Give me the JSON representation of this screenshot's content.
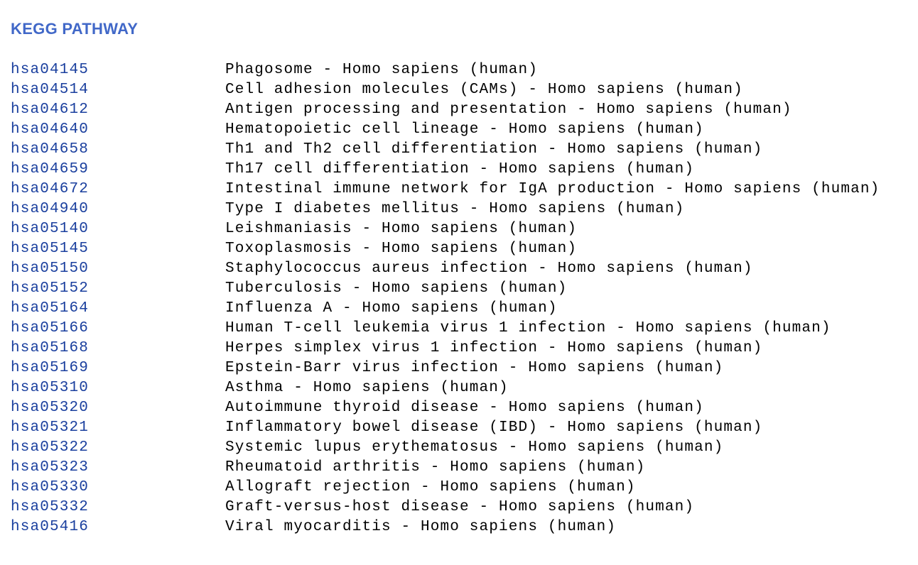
{
  "section": {
    "title": "KEGG PATHWAY"
  },
  "colors": {
    "title": "#4168c8",
    "link": "#1a3f9e",
    "text": "#000000",
    "background": "#ffffff"
  },
  "pathways": [
    {
      "id": "hsa04145",
      "description": "Phagosome - Homo sapiens (human)"
    },
    {
      "id": "hsa04514",
      "description": "Cell adhesion molecules (CAMs) - Homo sapiens (human)"
    },
    {
      "id": "hsa04612",
      "description": "Antigen processing and presentation - Homo sapiens (human)"
    },
    {
      "id": "hsa04640",
      "description": "Hematopoietic cell lineage - Homo sapiens (human)"
    },
    {
      "id": "hsa04658",
      "description": "Th1 and Th2 cell differentiation - Homo sapiens (human)"
    },
    {
      "id": "hsa04659",
      "description": "Th17 cell differentiation - Homo sapiens (human)"
    },
    {
      "id": "hsa04672",
      "description": "Intestinal immune network for IgA production - Homo sapiens (human)"
    },
    {
      "id": "hsa04940",
      "description": "Type I diabetes mellitus - Homo sapiens (human)"
    },
    {
      "id": "hsa05140",
      "description": "Leishmaniasis - Homo sapiens (human)"
    },
    {
      "id": "hsa05145",
      "description": "Toxoplasmosis - Homo sapiens (human)"
    },
    {
      "id": "hsa05150",
      "description": "Staphylococcus aureus infection - Homo sapiens (human)"
    },
    {
      "id": "hsa05152",
      "description": "Tuberculosis - Homo sapiens (human)"
    },
    {
      "id": "hsa05164",
      "description": "Influenza A - Homo sapiens (human)"
    },
    {
      "id": "hsa05166",
      "description": "Human T-cell leukemia virus 1 infection - Homo sapiens (human)"
    },
    {
      "id": "hsa05168",
      "description": "Herpes simplex virus 1 infection - Homo sapiens (human)"
    },
    {
      "id": "hsa05169",
      "description": "Epstein-Barr virus infection - Homo sapiens (human)"
    },
    {
      "id": "hsa05310",
      "description": "Asthma - Homo sapiens (human)"
    },
    {
      "id": "hsa05320",
      "description": "Autoimmune thyroid disease - Homo sapiens (human)"
    },
    {
      "id": "hsa05321",
      "description": "Inflammatory bowel disease (IBD) - Homo sapiens (human)"
    },
    {
      "id": "hsa05322",
      "description": "Systemic lupus erythematosus - Homo sapiens (human)"
    },
    {
      "id": "hsa05323",
      "description": "Rheumatoid arthritis - Homo sapiens (human)"
    },
    {
      "id": "hsa05330",
      "description": "Allograft rejection - Homo sapiens (human)"
    },
    {
      "id": "hsa05332",
      "description": "Graft-versus-host disease - Homo sapiens (human)"
    },
    {
      "id": "hsa05416",
      "description": "Viral myocarditis - Homo sapiens (human)"
    }
  ]
}
